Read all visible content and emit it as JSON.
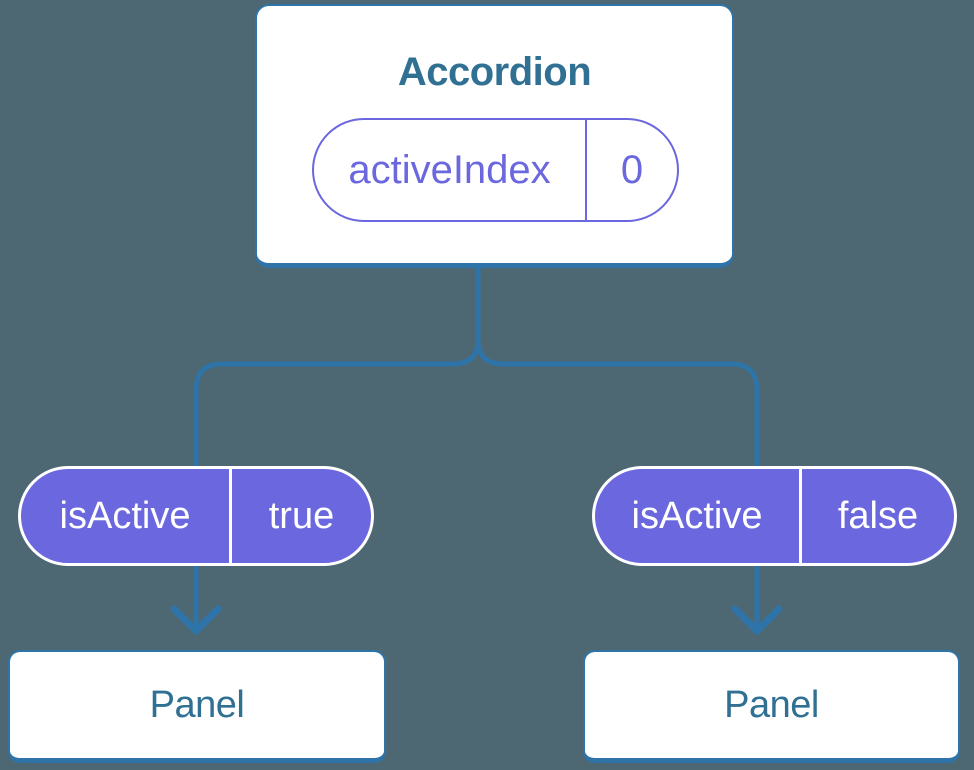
{
  "palette": {
    "background": "#4d6872",
    "card": "#ffffff",
    "line": "#2e74a8",
    "heading": "#2f7093",
    "purple": "#6b67de",
    "pill_text": "#ffffff"
  },
  "diagram": {
    "root": {
      "title": "Accordion",
      "state_pill": {
        "label": "activeIndex",
        "value": "0"
      }
    },
    "children": [
      {
        "prop_pill": {
          "label": "isActive",
          "value": "true"
        },
        "title": "Panel"
      },
      {
        "prop_pill": {
          "label": "isActive",
          "value": "false"
        },
        "title": "Panel"
      }
    ]
  }
}
